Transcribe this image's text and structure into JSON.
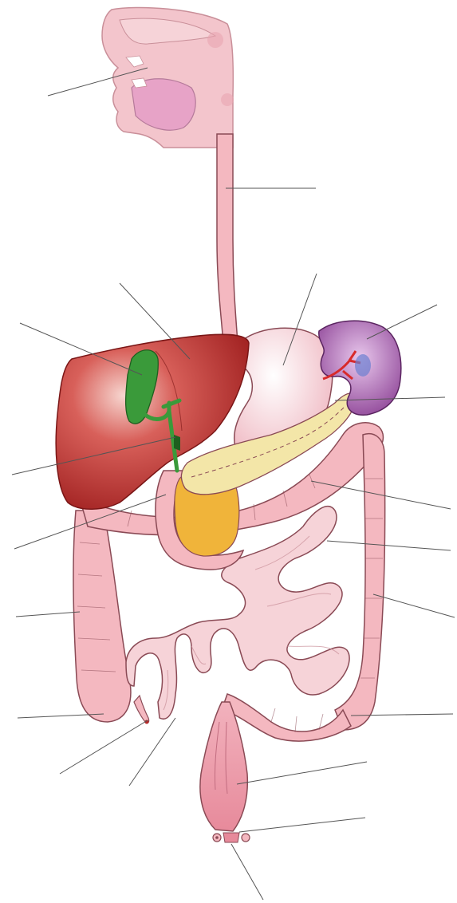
{
  "diagram": {
    "kind": "unlabeled-anatomy-worksheet",
    "subject_icons": [
      "mouth",
      "esophagus",
      "liver",
      "gallbladder",
      "stomach",
      "spleen",
      "pancreas",
      "duodenum",
      "small-intestine",
      "large-intestine",
      "appendix",
      "rectum",
      "anus"
    ],
    "colors": {
      "tissue_pink": "#f4b8c0",
      "tissue_outline": "#8a4a55",
      "liver_red": "#b42a2a",
      "liver_dark": "#8e1c1c",
      "gallbladder_green": "#3a9a3a",
      "stomach_light": "#f6d7dc",
      "spleen_purple": "#8a3f93",
      "pancreas_yellow": "#f3e6a8",
      "duodenum_orange": "#f0b43a",
      "pointer_line": "#555555",
      "background": "#ffffff"
    }
  }
}
